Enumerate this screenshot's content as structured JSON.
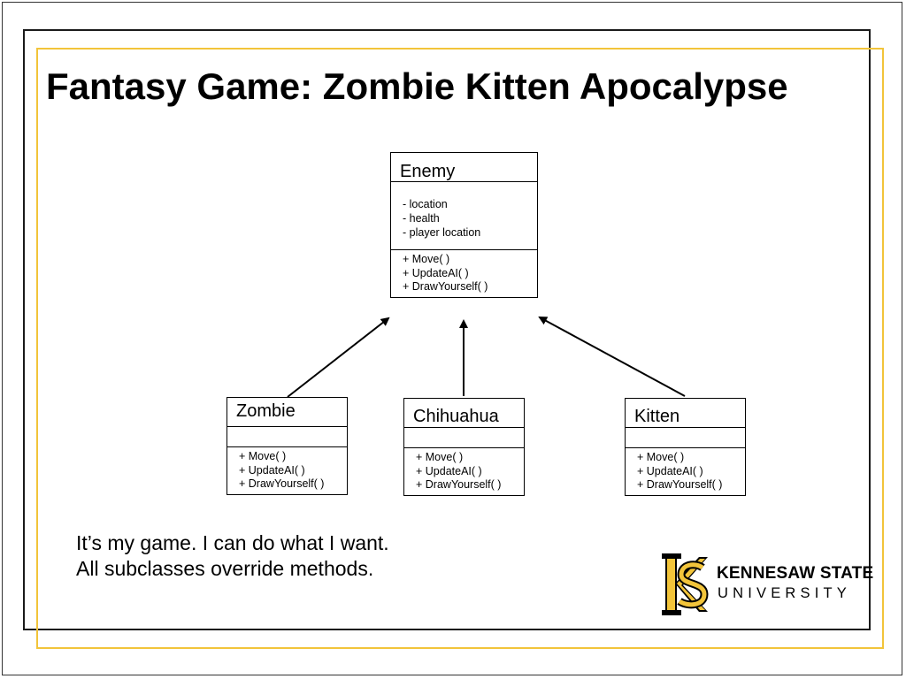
{
  "title": "Fantasy Game: Zombie Kitten Apocalypse",
  "diagram": {
    "parent": {
      "name": "Enemy",
      "attributes": [
        "- location",
        "- health",
        "- player location"
      ],
      "methods": [
        "+ Move( )",
        "+ UpdateAI( )",
        "+ DrawYourself( )"
      ]
    },
    "children": [
      {
        "name": "Zombie",
        "methods": [
          "+ Move( )",
          "+ UpdateAI( )",
          "+ DrawYourself( )"
        ]
      },
      {
        "name": "Chihuahua",
        "methods": [
          "+ Move( )",
          "+ UpdateAI( )",
          "+ DrawYourself( )"
        ]
      },
      {
        "name": "Kitten",
        "methods": [
          "+ Move( )",
          "+ UpdateAI( )",
          "+ DrawYourself( )"
        ]
      }
    ]
  },
  "caption": {
    "line1": "It’s my game.  I can do what I want.",
    "line2": "All subclasses override methods."
  },
  "logo": {
    "line1": "KENNESAW STATE",
    "line2": "UNIVERSITY"
  },
  "colors": {
    "gold": "#f2c43a",
    "frame": "#1a1a1a"
  }
}
